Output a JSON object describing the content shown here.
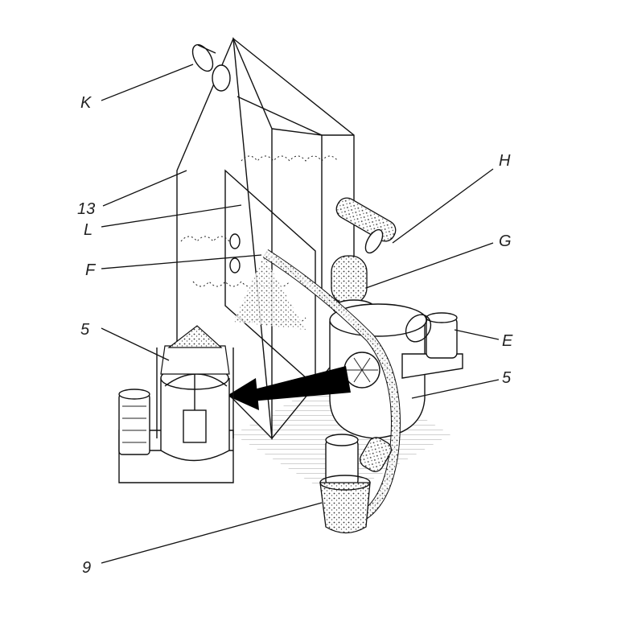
{
  "diagram": {
    "labels": {
      "K": "K",
      "n13": "13",
      "L": "L",
      "F": "F",
      "n5_left": "5",
      "H": "H",
      "G": "G",
      "E": "E",
      "n5_right": "5",
      "n9": "9"
    },
    "colors": {
      "line": "#111111",
      "background": "#ffffff",
      "arrow": "#000000"
    }
  }
}
